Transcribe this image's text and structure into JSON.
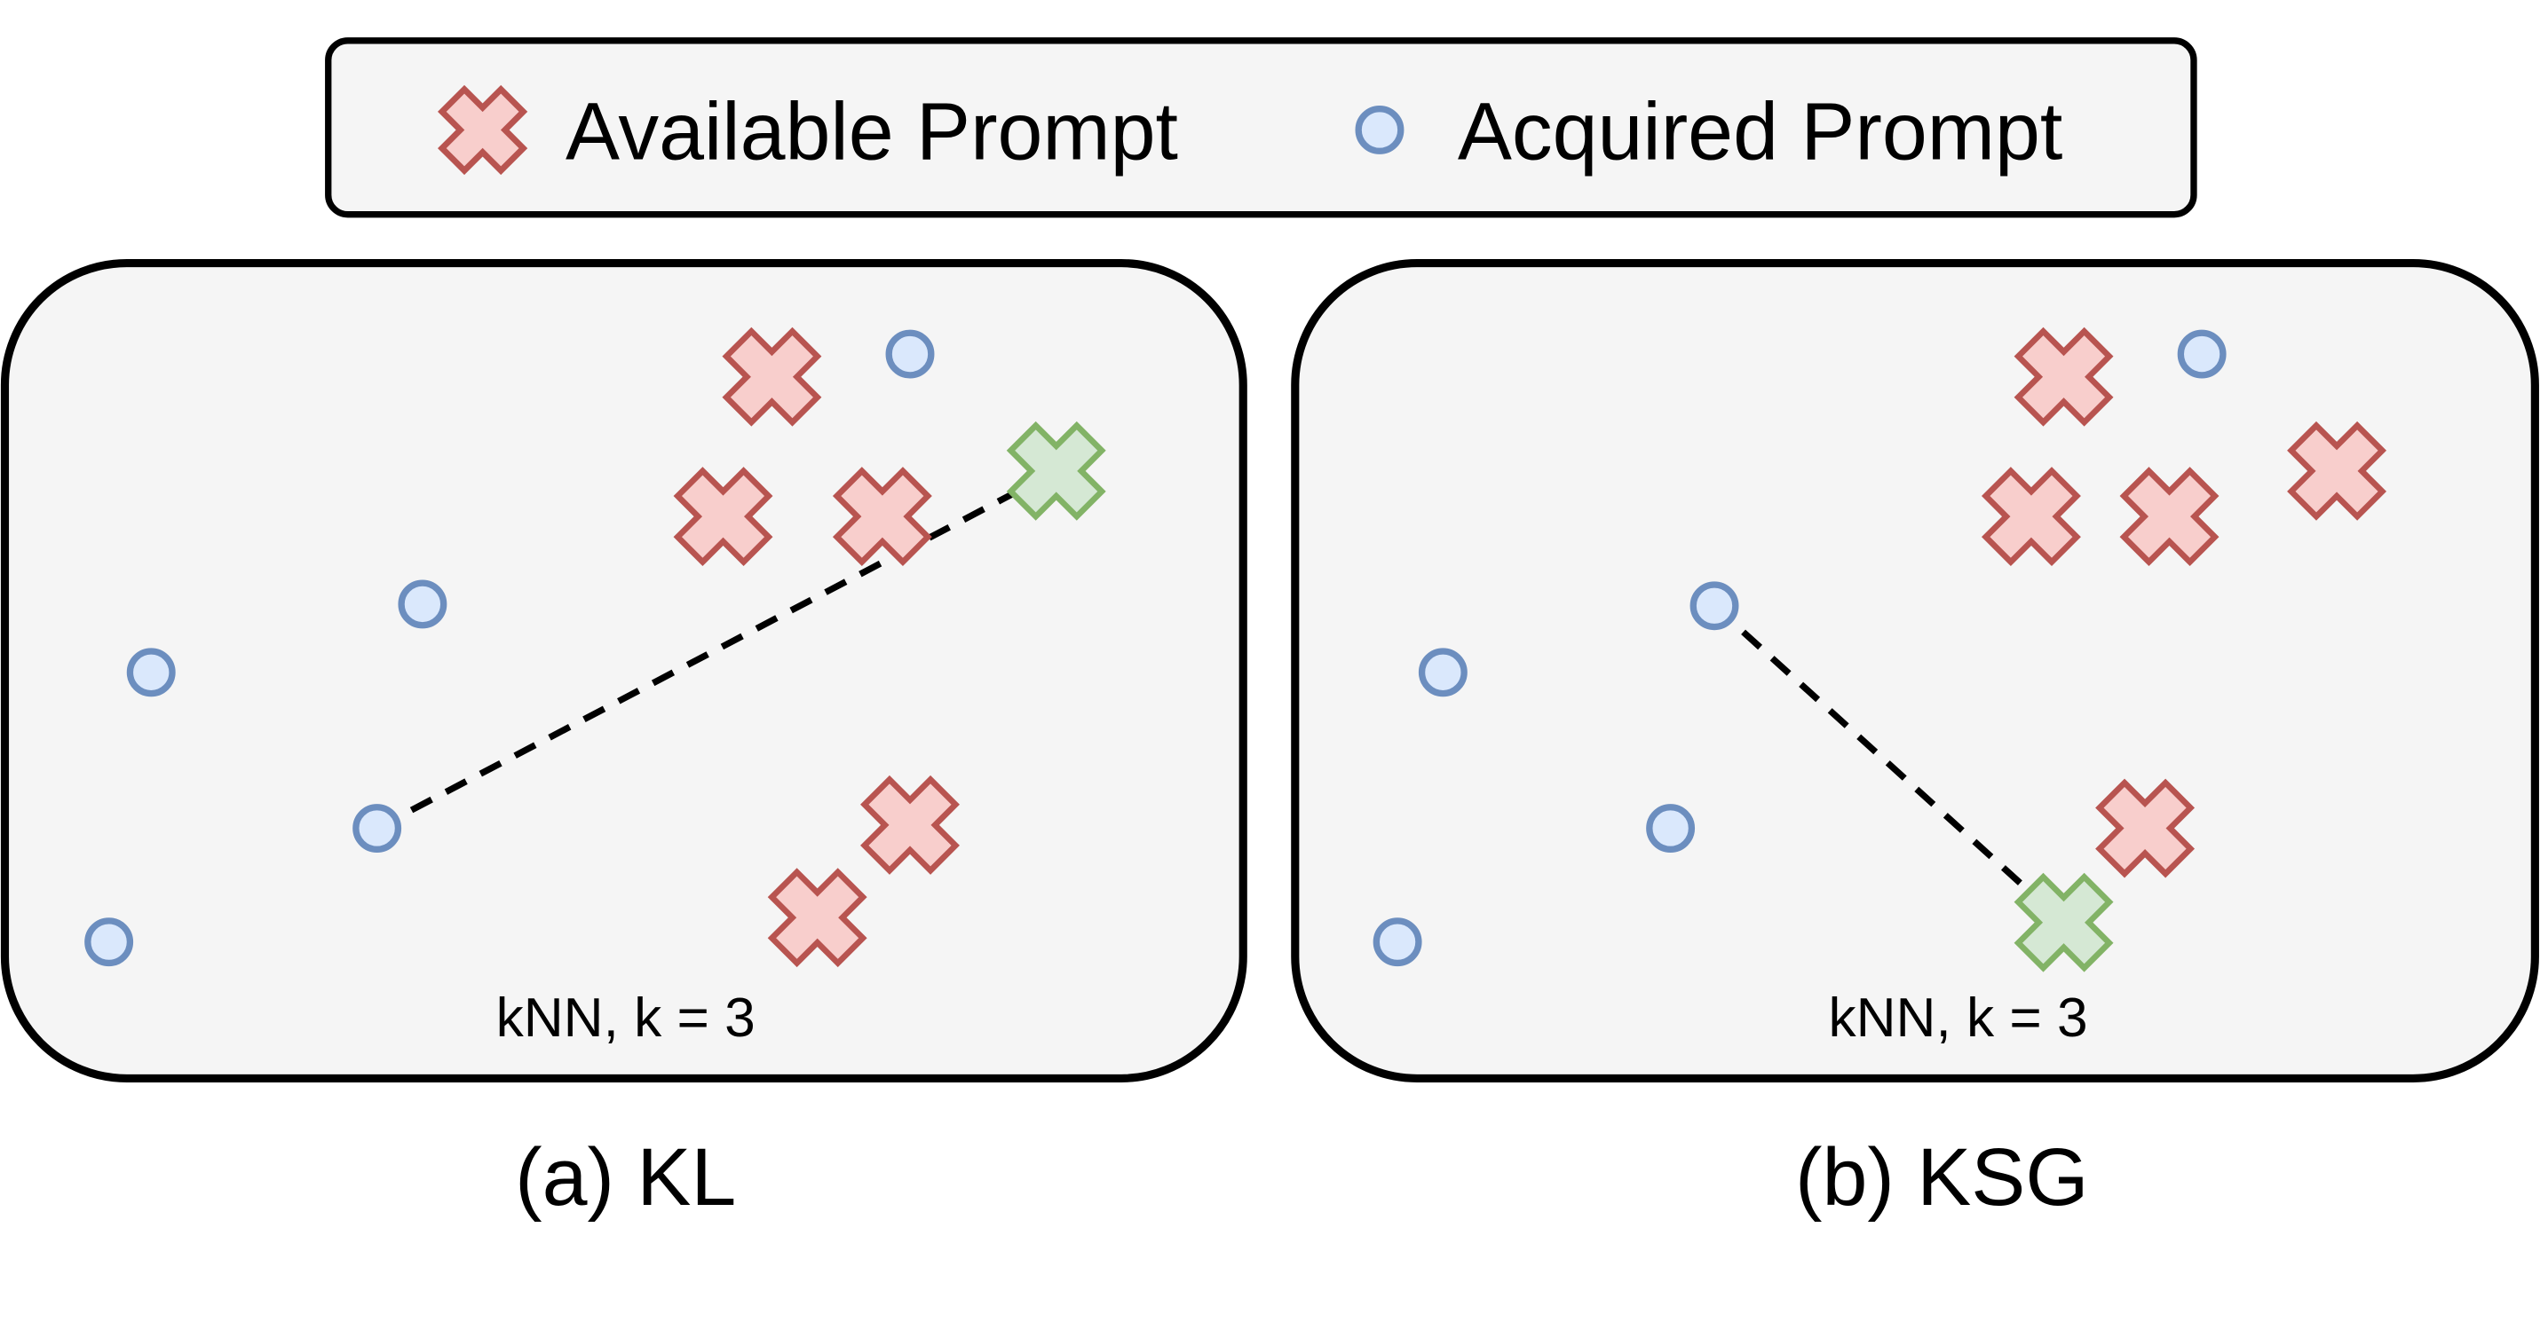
{
  "legend": {
    "items": [
      {
        "marker": "x-marker",
        "label": "Available Prompt"
      },
      {
        "marker": "circle-marker",
        "label": "Acquired Prompt"
      }
    ]
  },
  "colors": {
    "x_stroke": "#b85450",
    "x_fill": "#f8cecc",
    "selected_stroke": "#82b366",
    "selected_fill": "#d5e8d4",
    "circle_stroke": "#6c8ebf",
    "circle_fill": "#dae8fc",
    "panel_fill": "#f5f5f5",
    "panel_stroke": "#000000"
  },
  "panels": [
    {
      "id": "kl",
      "caption": "(a) KL",
      "note": "kNN, k = 3",
      "available": [
        [
          475,
          232
        ],
        [
          445,
          318
        ],
        [
          543,
          318
        ],
        [
          560,
          508
        ],
        [
          503,
          565
        ]
      ],
      "selected": [
        650,
        290
      ],
      "acquired": [
        [
          560,
          218
        ],
        [
          260,
          372
        ],
        [
          93,
          414
        ],
        [
          232,
          510
        ],
        [
          67,
          580
        ]
      ],
      "link": {
        "from": [
          232,
          510
        ],
        "to": [
          650,
          290
        ]
      }
    },
    {
      "id": "ksg",
      "caption": "(b) KSG",
      "note": "kNN, k = 3",
      "available": [
        [
          1270,
          232
        ],
        [
          1250,
          318
        ],
        [
          1335,
          318
        ],
        [
          1438,
          290
        ],
        [
          1320,
          510
        ]
      ],
      "selected": [
        1270,
        568
      ],
      "acquired": [
        [
          1355,
          218
        ],
        [
          1055,
          373
        ],
        [
          888,
          414
        ],
        [
          1028,
          510
        ],
        [
          860,
          580
        ]
      ],
      "link": {
        "from": [
          1055,
          373
        ],
        "to": [
          1270,
          568
        ]
      }
    }
  ]
}
